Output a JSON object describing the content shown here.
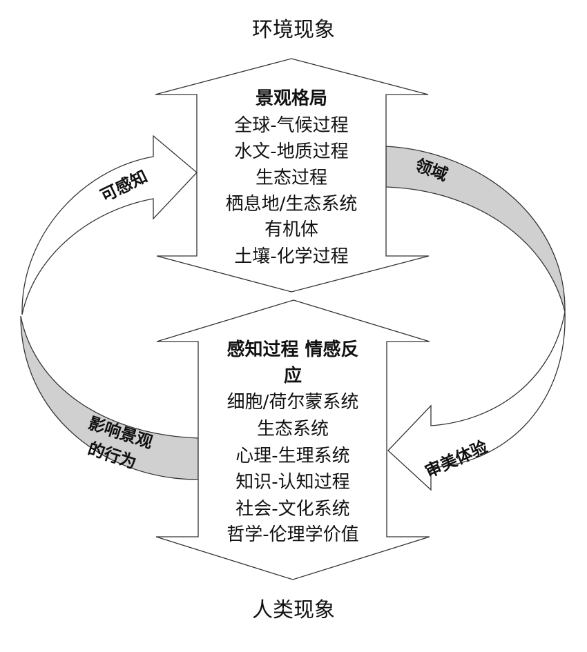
{
  "top_title": "环境现象",
  "bottom_title": "人类现象",
  "top_arrow": {
    "heading": "景观格局",
    "lines": [
      "全球-气候过程",
      "水文-地质过程",
      "生态过程",
      "栖息地/生态系统",
      "有机体",
      "土壤-化学过程"
    ]
  },
  "bottom_arrow": {
    "heading_line1": "感知过程 情感反",
    "heading_line2": "应",
    "lines": [
      "细胞/荷尔蒙系统",
      "生态系统",
      "心理-生理系统",
      "知识-认知过程",
      "社会-文化系统",
      "哲学-伦理学价值"
    ]
  },
  "left_loop": {
    "upper_label": "可感知",
    "lower_label_line1": "影响景观",
    "lower_label_line2": "的行为"
  },
  "right_loop": {
    "upper_label": "领域",
    "lower_label": "审美体验"
  },
  "colors": {
    "ribbon_shade": "#d0d0d0",
    "stroke": "#333333"
  }
}
